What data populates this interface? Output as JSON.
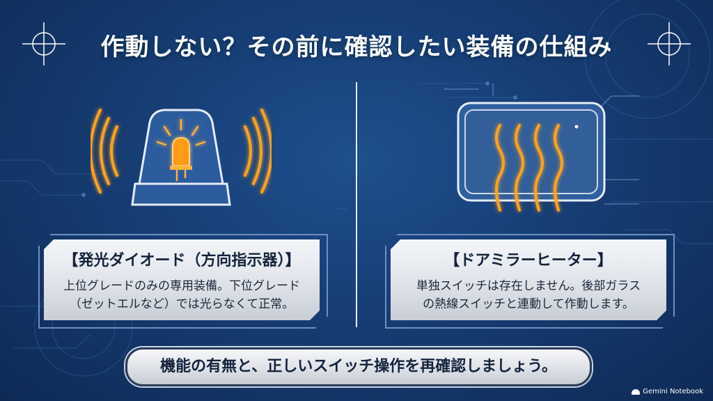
{
  "title": "作動しない？その前に確認したい装備の仕組み",
  "left_card": {
    "heading": "【発光ダイオード（方向指示器）】",
    "line1": "上位グレードのみの専用装備。下位グレード",
    "line2": "（ゼットエルなど）では光らなくて正常。",
    "icon": "warning-beacon-icon"
  },
  "right_card": {
    "heading": "【ドアミラーヒーター】",
    "line1": "単独スイッチは存在しません。後部ガラス",
    "line2": "の熱線スイッチと連動して作動します。",
    "icon": "heated-mirror-icon"
  },
  "footer": {
    "message": "機能の有無と、正しいスイッチ操作を再確認しましょう。",
    "logo_text": "Gemini Notebook"
  },
  "colors": {
    "background": "#163d74",
    "glow": "#ff9f1a",
    "text_dark": "#14233c"
  }
}
